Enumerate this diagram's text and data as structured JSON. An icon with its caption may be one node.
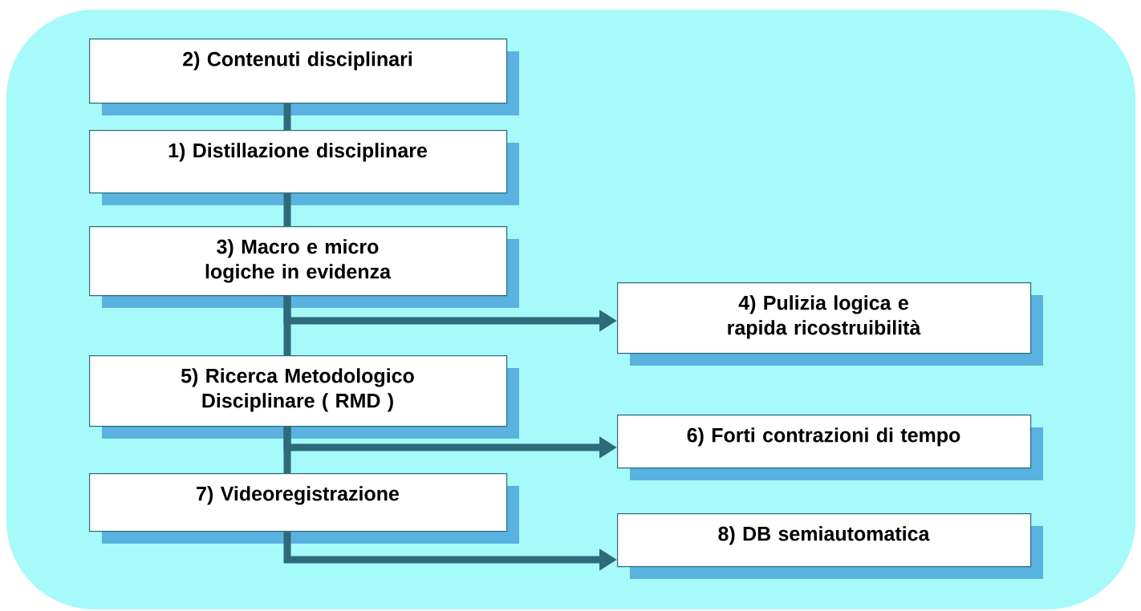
{
  "diagram": {
    "nodes": [
      {
        "text": [
          "2) Contenuti disciplinari"
        ]
      },
      {
        "text": [
          "1) Distillazione disciplinare"
        ]
      },
      {
        "text": [
          "3) Macro e micro logiche in evidenza"
        ]
      },
      {
        "text": [
          "4) Pulizia logica e rapida ricostruibilità"
        ]
      },
      {
        "text": [
          "5) Ricerca Metodologico Disciplinare ( RMD )"
        ]
      },
      {
        "text": [
          "6) Forti contrazioni di tempo"
        ]
      },
      {
        "text": [
          "7) Videoregistrazione"
        ]
      },
      {
        "text": [
          "8) DB semiautomatica"
        ]
      }
    ],
    "edges": [
      {
        "from": 0,
        "to": 1,
        "arrow": "none"
      },
      {
        "from": 1,
        "to": 2,
        "arrow": "none"
      },
      {
        "from": 2,
        "to": 3,
        "arrow": "to"
      },
      {
        "from": 2,
        "to": 4,
        "arrow": "none"
      },
      {
        "from": 4,
        "to": 5,
        "arrow": "to"
      },
      {
        "from": 4,
        "to": 6,
        "arrow": "none"
      },
      {
        "from": 6,
        "to": 7,
        "arrow": "to"
      }
    ]
  }
}
